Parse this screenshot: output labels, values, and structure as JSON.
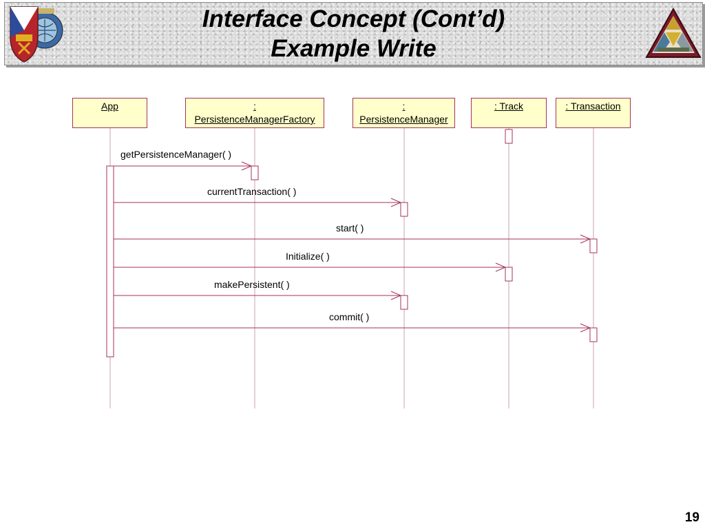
{
  "slide": {
    "title_line1": "Interface Concept (Cont’d)",
    "title_line2": "Example Write",
    "page_number": "19"
  },
  "logos": {
    "left": "army-crest-logo",
    "right": "triangle-emblem-logo"
  },
  "colors": {
    "object_fill": "#ffffcc",
    "line": "#a43257",
    "lifeline": "#c8a0b0"
  },
  "objects": [
    {
      "label_lines": [
        "App"
      ]
    },
    {
      "label_lines": [
        ":",
        "PersistenceManagerFactory"
      ]
    },
    {
      "label_lines": [
        ":",
        "PersistenceManager"
      ]
    },
    {
      "label_lines": [
        ": Track"
      ]
    },
    {
      "label_lines": [
        ": Transaction"
      ]
    }
  ],
  "messages": [
    {
      "label": "getPersistenceManager( )",
      "from": 0,
      "to": 1
    },
    {
      "label": "currentTransaction( )",
      "from": 0,
      "to": 2
    },
    {
      "label": "start( )",
      "from": 0,
      "to": 4
    },
    {
      "label": "Initialize( )",
      "from": 0,
      "to": 3
    },
    {
      "label": "makePersistent( )",
      "from": 0,
      "to": 2
    },
    {
      "label": "commit( )",
      "from": 0,
      "to": 4
    }
  ]
}
